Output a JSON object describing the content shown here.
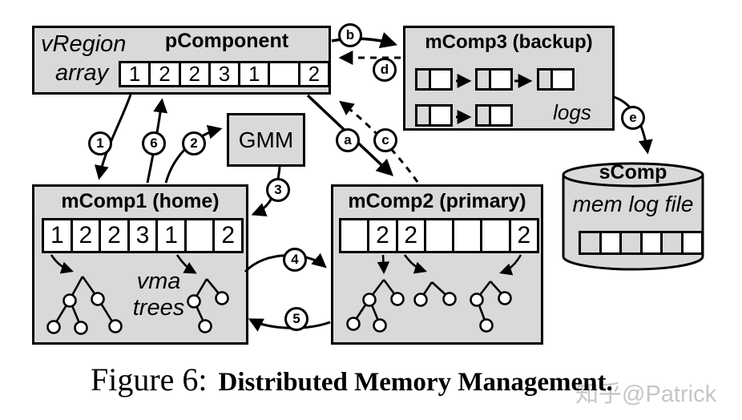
{
  "figure": {
    "caption_prefix": "Figure 6:",
    "caption_title": "Distributed Memory Management.",
    "watermark": "知乎@Patrick"
  },
  "boxes": {
    "pcomponent": {
      "title": "pComponent",
      "row_label_line1": "vRegion",
      "row_label_line2": "array",
      "cells": [
        "1",
        "2",
        "2",
        "3",
        "1",
        "",
        "2"
      ]
    },
    "mcomp3": {
      "title": "mComp3 (backup)",
      "logs_label": "logs"
    },
    "gmm": {
      "title": "GMM"
    },
    "mcomp1": {
      "title": "mComp1 (home)",
      "cells": [
        "1",
        "2",
        "2",
        "3",
        "1",
        "",
        "2"
      ],
      "trees_label_line1": "vma",
      "trees_label_line2": "trees"
    },
    "mcomp2": {
      "title": "mComp2 (primary)",
      "cells": [
        "",
        "2",
        "2",
        "",
        "",
        "",
        "2"
      ]
    },
    "scomp": {
      "title": "sComp",
      "subtitle": "mem log file"
    }
  },
  "edge_labels": {
    "step1": "1",
    "step2": "2",
    "step3": "3",
    "step4": "4",
    "step5": "5",
    "step6": "6",
    "edge_a": "a",
    "edge_b": "b",
    "edge_c": "c",
    "edge_d": "d",
    "edge_e": "e"
  },
  "colors": {
    "box_fill": "#d9d9d9",
    "line": "#000000",
    "watermark_gray": "#c6c6c6"
  }
}
